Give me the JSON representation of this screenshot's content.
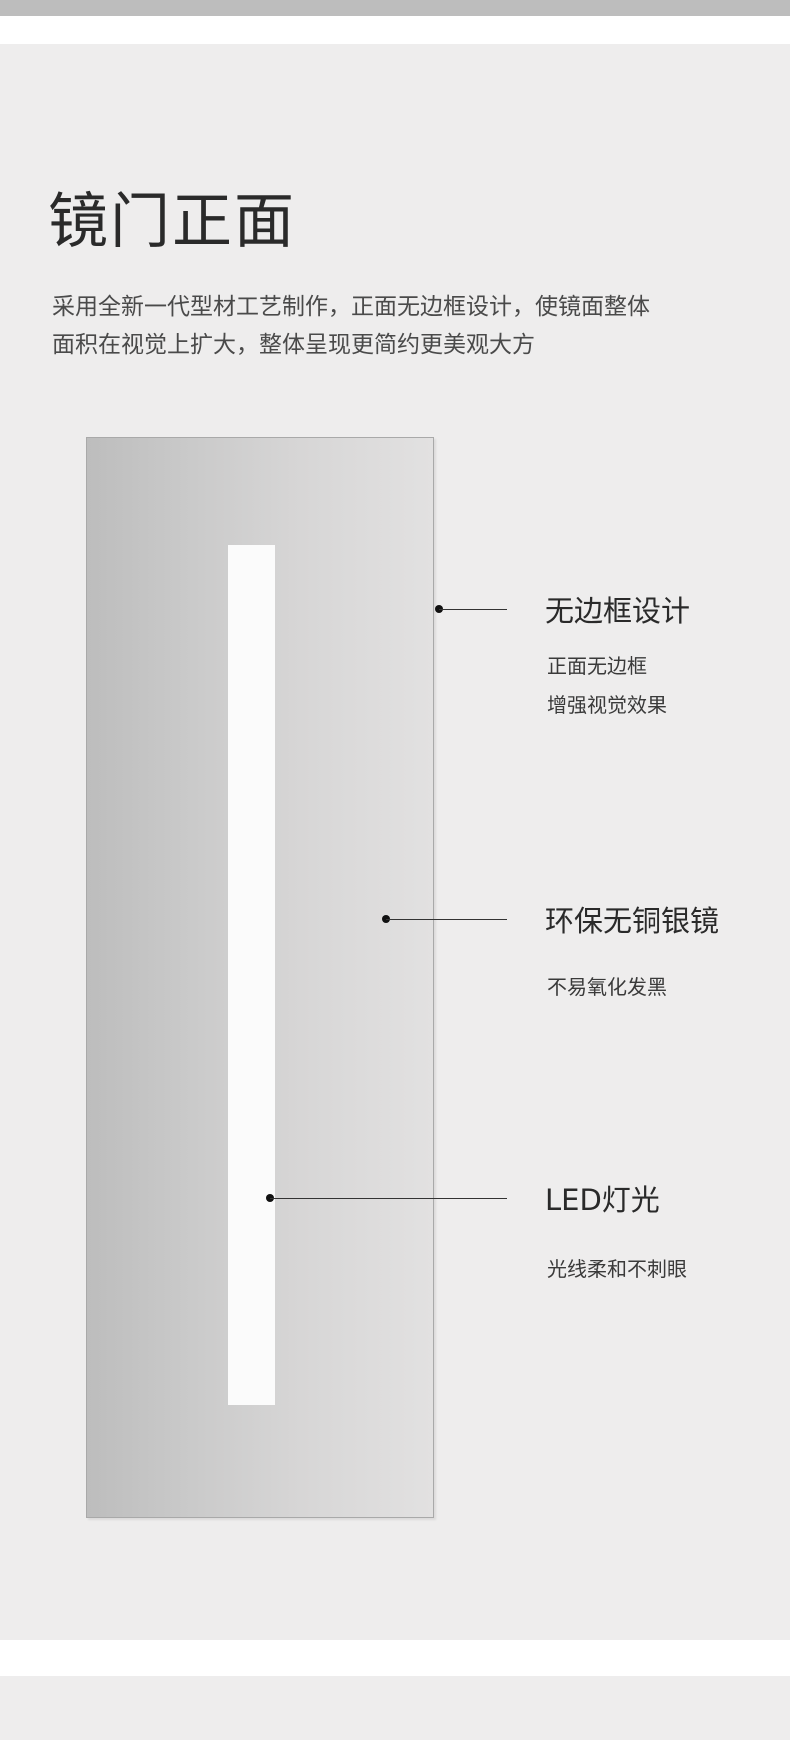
{
  "header": {
    "title": "镜门正面",
    "description_line1": "采用全新一代型材工艺制作，正面无边框设计，使镜面整体",
    "description_line2": "面积在视觉上扩大，整体呈现更简约更美观大方"
  },
  "features": [
    {
      "title": "无边框设计",
      "lines": [
        "正面无边框",
        "增强视觉效果"
      ]
    },
    {
      "title": "环保无铜银镜",
      "lines": [
        "不易氧化发黑"
      ]
    },
    {
      "title": "LED灯光",
      "lines": [
        "光线柔和不刺眼"
      ]
    }
  ],
  "colors": {
    "panel_background": "#eeeded",
    "mirror_gradient_start": "#bdbdbd",
    "mirror_gradient_end": "#e2e1e1",
    "led_strip": "#fbfbfb"
  }
}
